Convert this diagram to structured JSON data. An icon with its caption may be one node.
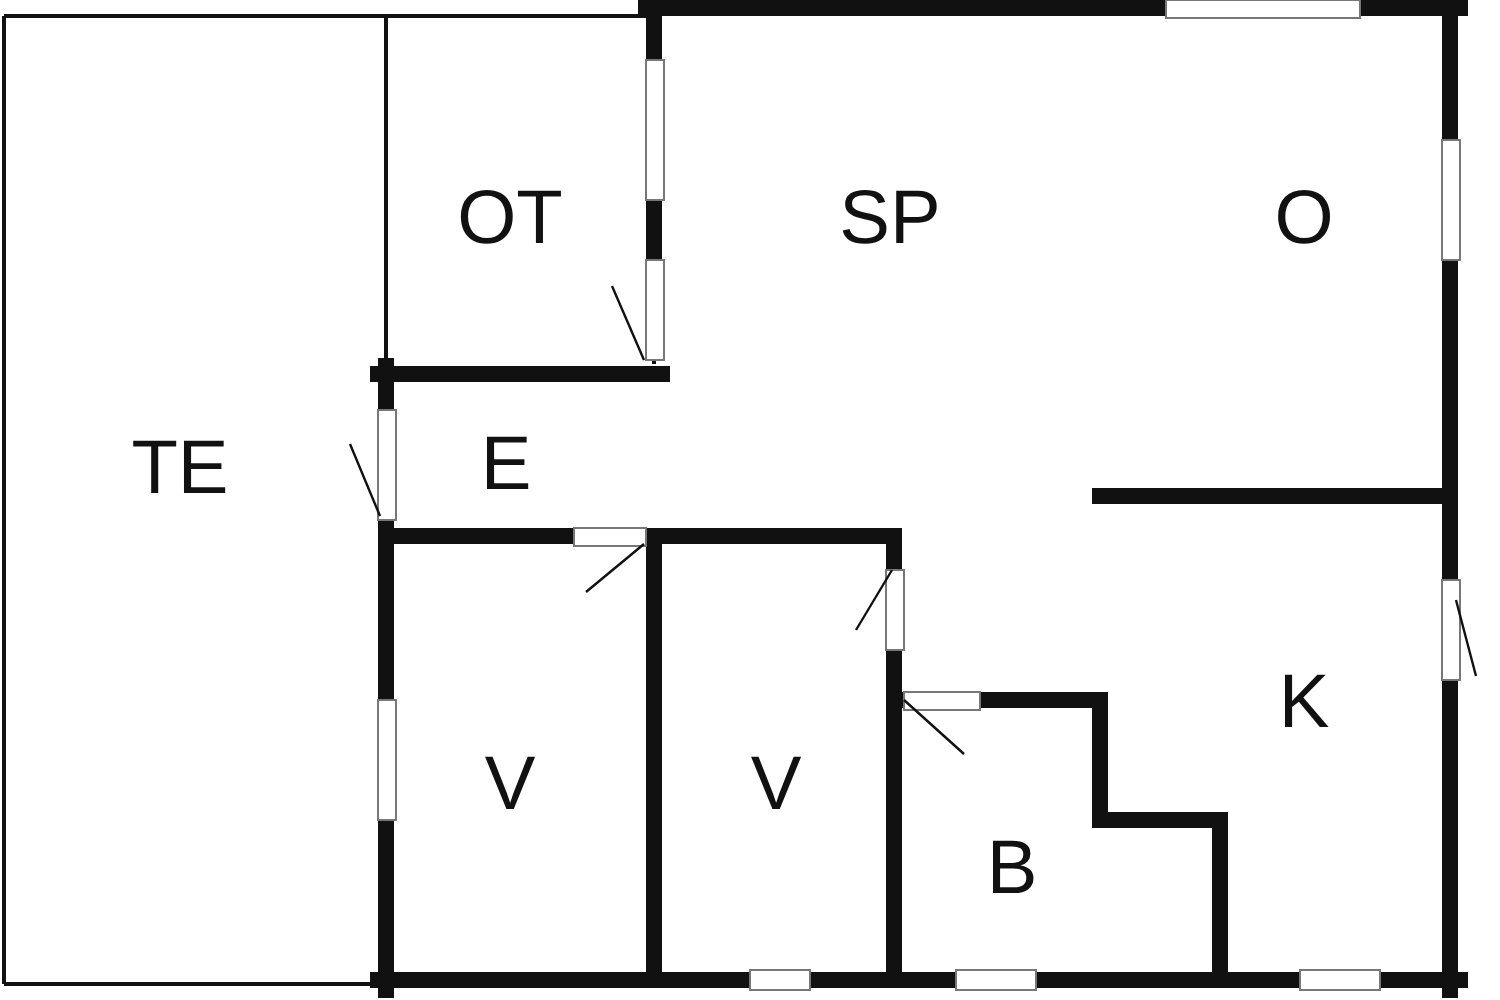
{
  "diagram": {
    "labels": [
      "TE",
      "OT",
      "SP",
      "O",
      "E",
      "V",
      "V",
      "B",
      "K"
    ]
  }
}
